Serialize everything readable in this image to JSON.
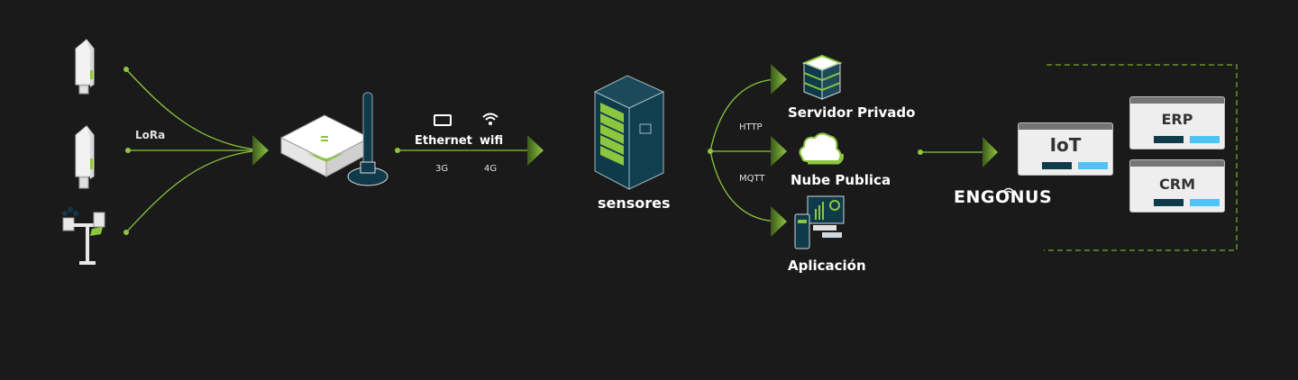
{
  "diagram": {
    "colors": {
      "background": "#1a1a1a",
      "accent": "#8cc63f",
      "dark_teal": "#0f3a4a",
      "light_blue": "#4fc3f7"
    },
    "sensors": [
      {
        "name": "sensor-1",
        "icon": "sensor-device-icon"
      },
      {
        "name": "sensor-2",
        "icon": "sensor-device-icon"
      },
      {
        "name": "weather-station",
        "icon": "weather-station-icon"
      }
    ],
    "lora_label": "LoRa",
    "gateway": {
      "icon": "gateway-router-icon"
    },
    "connectivity": {
      "ethernet": "Ethernet",
      "wifi": "wifi",
      "g3": "3G",
      "g4": "4G"
    },
    "server": {
      "label": "sensores"
    },
    "protocols": {
      "http": "HTTP",
      "mqtt": "MQTT"
    },
    "destinations": [
      {
        "label": "Servidor Privado",
        "icon": "server-stack-icon"
      },
      {
        "label": "Nube Publica",
        "icon": "cloud-icon"
      },
      {
        "label": "Aplicación",
        "icon": "devices-icon"
      }
    ],
    "brand": "ENGONUS",
    "systems": [
      {
        "label": "IoT"
      },
      {
        "label": "ERP"
      },
      {
        "label": "CRM"
      }
    ]
  }
}
